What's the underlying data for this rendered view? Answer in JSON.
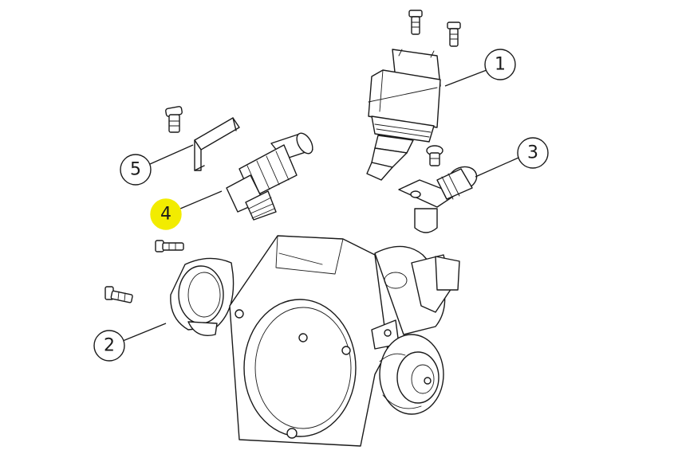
{
  "colors": {
    "line": "#1a1a1a",
    "background": "#ffffff",
    "highlight": "#f2ec00"
  },
  "callouts": [
    {
      "label": "1",
      "highlighted": false
    },
    {
      "label": "2",
      "highlighted": false
    },
    {
      "label": "3",
      "highlighted": false
    },
    {
      "label": "4",
      "highlighted": true
    },
    {
      "label": "5",
      "highlighted": false
    }
  ]
}
